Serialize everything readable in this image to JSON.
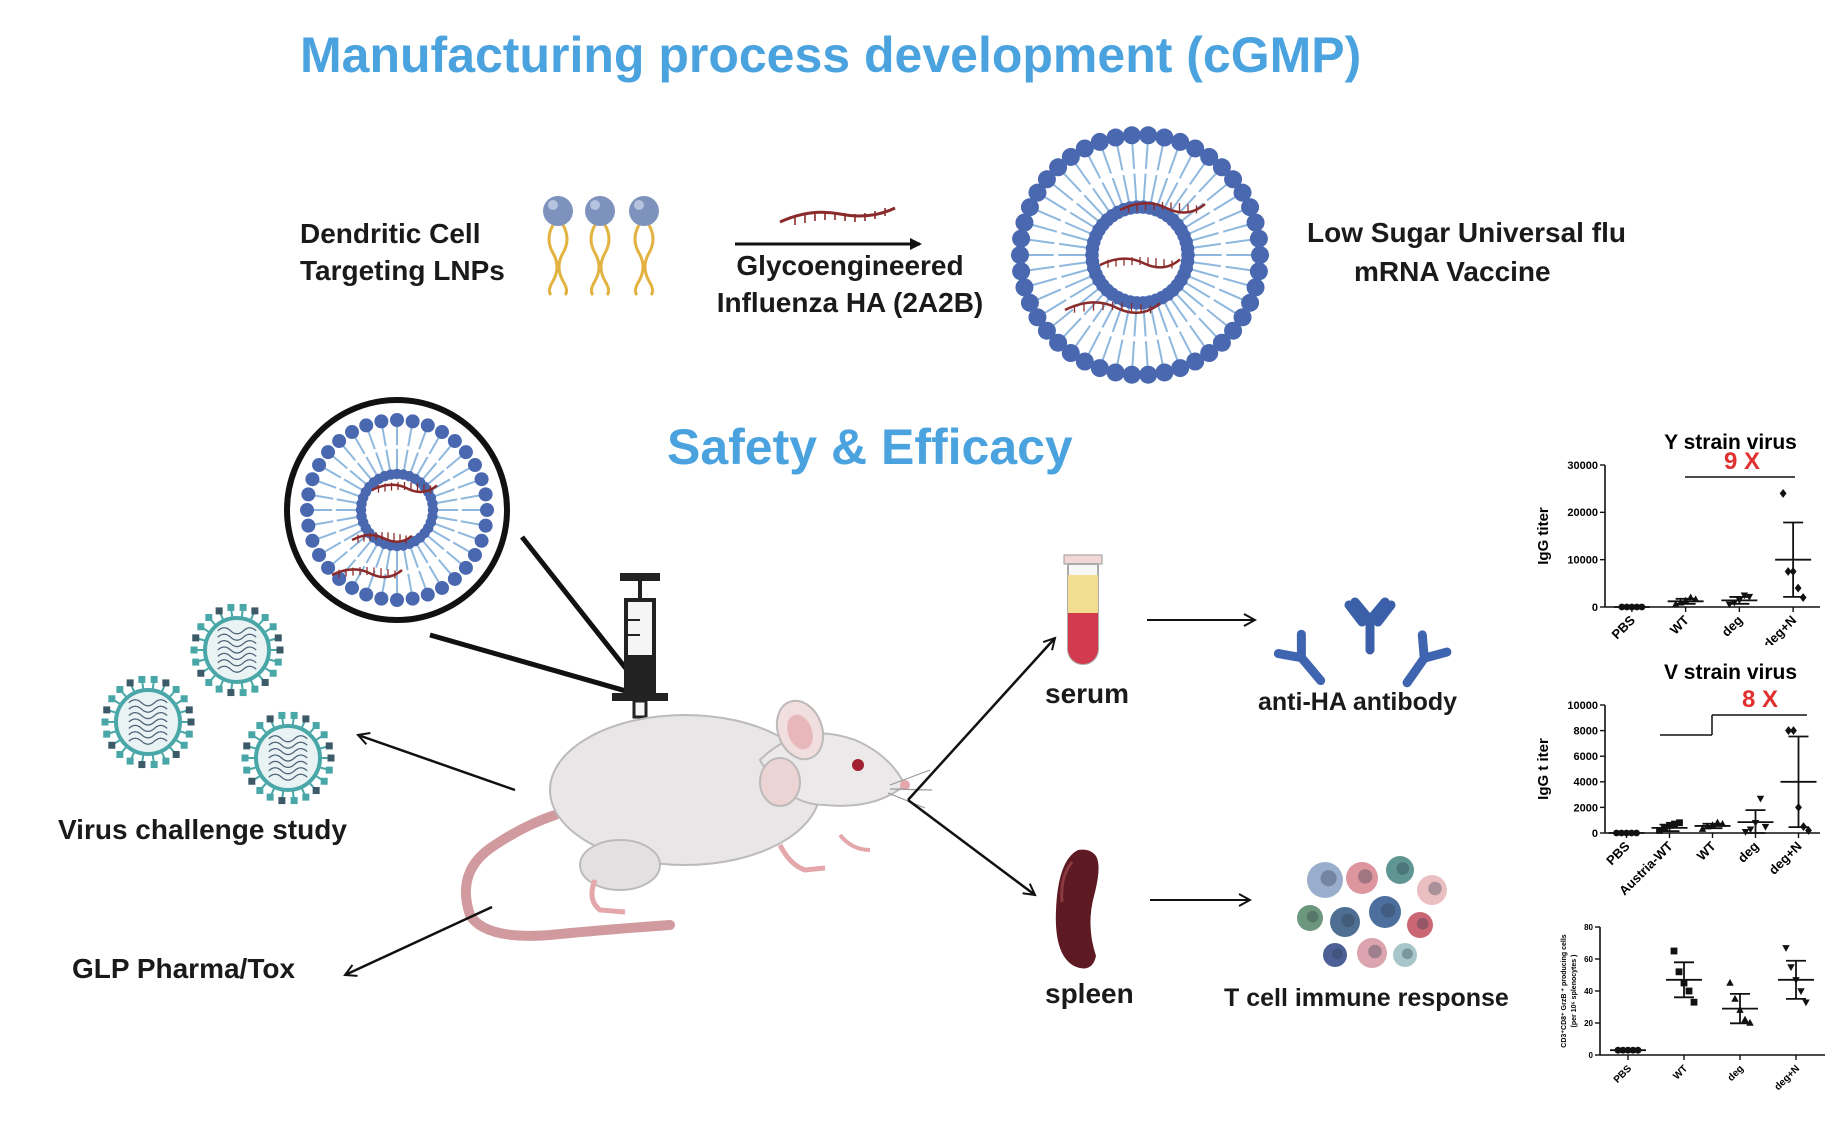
{
  "titles": {
    "manufacturing": "Manufacturing process development (cGMP)",
    "safety": "Safety & Efficacy"
  },
  "process": {
    "lnp_label_line1": "Dendritic Cell",
    "lnp_label_line2": "Targeting LNPs",
    "mrna_label_line1": "Glycoengineered",
    "mrna_label_line2": "Influenza HA (2A2B)",
    "vaccine_label_line1": "Low Sugar Universal flu",
    "vaccine_label_line2": "mRNA Vaccine"
  },
  "study": {
    "virus_challenge": "Virus challenge study",
    "glp": "GLP Pharma/Tox",
    "serum": "serum",
    "spleen": "spleen",
    "antibody": "anti-HA antibody",
    "tcell": "T cell immune response"
  },
  "colors": {
    "title_blue": "#4aa3df",
    "lipid_head": "#4a68b0",
    "lipid_tail": "#8fb8df",
    "highlight_red": "#e03030",
    "rna": "#8a2a2a",
    "virus_teal": "#4aa7a8"
  },
  "chart_data": [
    {
      "type": "scatter",
      "title": "Y strain virus",
      "ylabel": "IgG titer",
      "categories": [
        "PBS",
        "WT",
        "deg",
        "deg+N"
      ],
      "ylim": [
        0,
        30000
      ],
      "yticks": [
        "0",
        "10000",
        "20000",
        "30000"
      ],
      "annotation": "9 X",
      "means": [
        0,
        1200,
        1400,
        10000
      ],
      "points": [
        [
          0,
          0,
          0,
          0,
          0
        ],
        [
          500,
          900,
          1300,
          2000,
          1600
        ],
        [
          600,
          1000,
          1500,
          2500,
          2200
        ],
        [
          24000,
          7500,
          7500,
          4000,
          2000
        ]
      ]
    },
    {
      "type": "scatter",
      "title": "V strain virus",
      "ylabel": "IgG t iter",
      "categories": [
        "PBS",
        "Austria-WT",
        "WT",
        "deg",
        "deg+N"
      ],
      "ylim": [
        0,
        10000
      ],
      "yticks": [
        "0",
        "2000",
        "4000",
        "6000",
        "8000",
        "10000"
      ],
      "annotation": "8 X",
      "means": [
        0,
        400,
        550,
        850,
        4000
      ],
      "points": [
        [
          0,
          0,
          0,
          0,
          0
        ],
        [
          200,
          400,
          600,
          700,
          800
        ],
        [
          300,
          500,
          600,
          800,
          700
        ],
        [
          100,
          300,
          800,
          2700,
          500
        ],
        [
          8000,
          8000,
          2000,
          500,
          200
        ]
      ]
    },
    {
      "type": "scatter",
      "title": "",
      "ylabel_line1": "CD3⁺CD8⁺ GrzB ⁺ producing cells",
      "ylabel_line2": "(per 10⁶ splenocytes )",
      "categories": [
        "PBS",
        "WT",
        "deg",
        "deg+N"
      ],
      "ylim": [
        0,
        80
      ],
      "yticks": [
        "0",
        "20",
        "40",
        "60",
        "80"
      ],
      "means": [
        3,
        47,
        29,
        47
      ],
      "points": [
        [
          3,
          3,
          3,
          3,
          3
        ],
        [
          65,
          52,
          45,
          40,
          33
        ],
        [
          45,
          35,
          28,
          22,
          20
        ],
        [
          67,
          55,
          47,
          40,
          33
        ]
      ]
    }
  ]
}
